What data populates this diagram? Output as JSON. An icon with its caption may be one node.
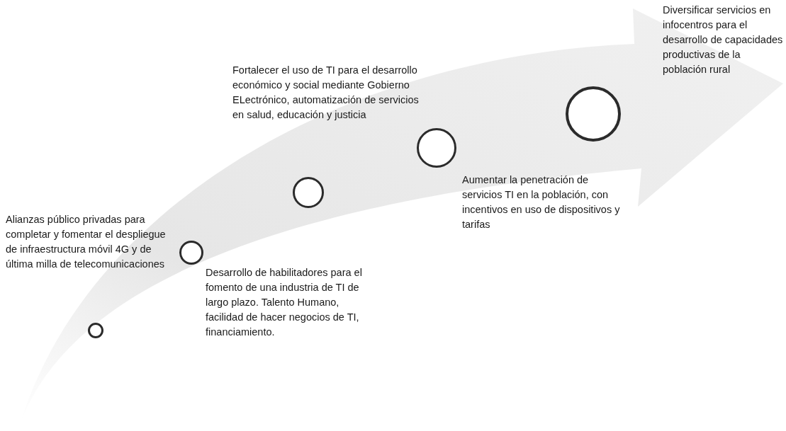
{
  "diagram": {
    "nodes": [
      {
        "text": [],
        "shape": "circle"
      },
      {
        "text": [],
        "shape": "circle",
        "beside": [
          "Desarrollo de habilitadores para el fomento de una industria de TI de largo plazo. Talento Humano, facilidad de hacer negocios de TI, financiamiento."
        ]
      },
      {
        "text": [],
        "shape": "circle"
      },
      {
        "text": [],
        "shape": "circle",
        "beside": [
          "Aumentar la penetración de servicios TI en la población, con incentivos en uso de dispositivos y tarifas"
        ]
      },
      {
        "text": [],
        "shape": "circle"
      }
    ],
    "labels": [
      "Diversificar servicios en infocentros para el desarrollo de capacidades productivas de la población rural",
      "Fortalecer el uso de TI para el desarrollo económico y social mediante Gobierno ELectrónico, automatización de servicios en salud, educación y justicia",
      "Alianzas público privadas para completar y fomentar el despliegue de infraestructura móvil 4G y de última milla de telecomunicaciones"
    ]
  }
}
